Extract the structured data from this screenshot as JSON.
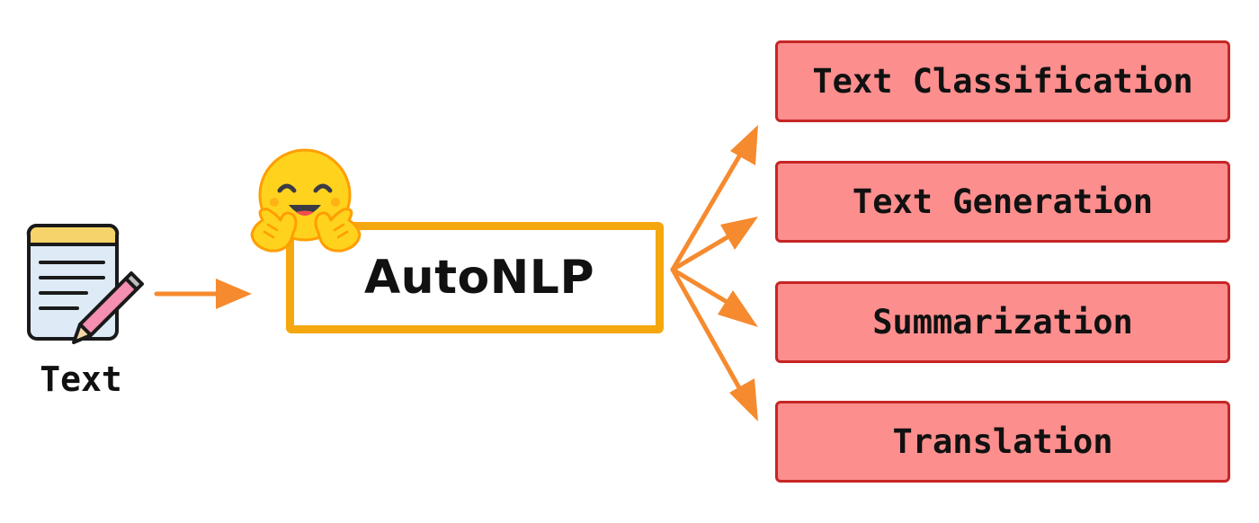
{
  "input": {
    "label": "Text",
    "icon": "notepad-with-pencil-icon"
  },
  "center": {
    "label": "AutoNLP",
    "icon": "hugging-face-emoji-icon"
  },
  "tasks": [
    {
      "label": "Text Classification"
    },
    {
      "label": "Text Generation"
    },
    {
      "label": "Summarization"
    },
    {
      "label": "Translation"
    }
  ],
  "colors": {
    "arrow": "#f58a2e",
    "center_border": "#f5a70f",
    "task_fill": "#fc8e8e",
    "task_border": "#c72525",
    "emoji_face": "#ffd21e"
  }
}
